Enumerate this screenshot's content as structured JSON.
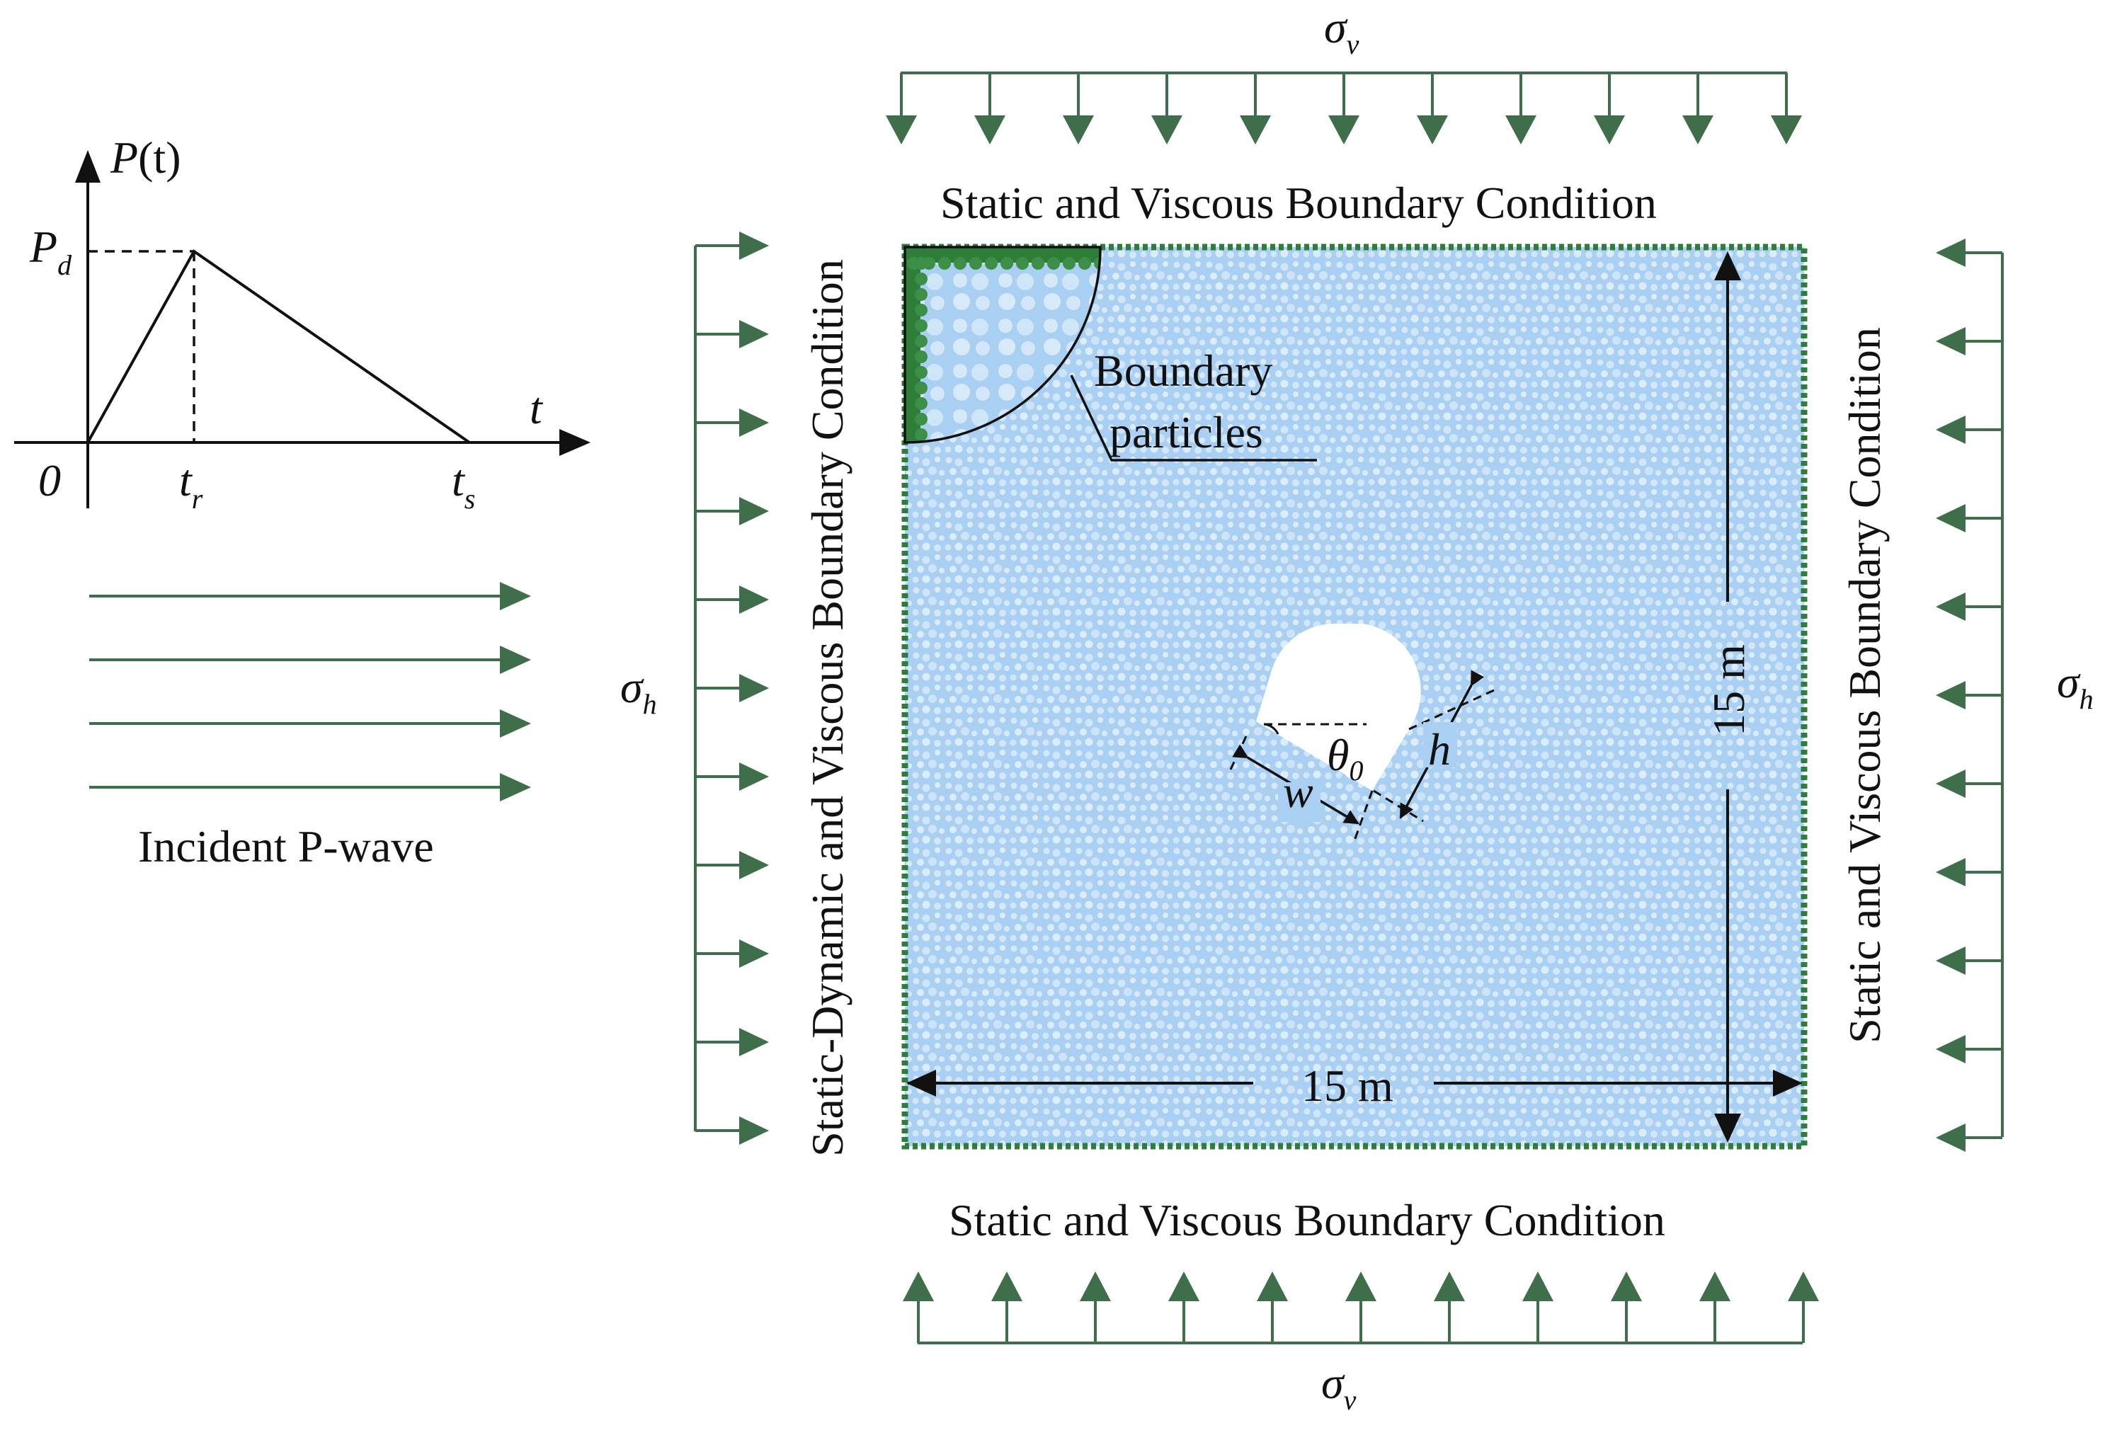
{
  "colors": {
    "arrow_green": "#3f6e4a",
    "particle_blue": "#a9d0f2",
    "particle_blue_light": "#d4e8f9",
    "boundary_green": "#2e7d3a",
    "line": "#111111"
  },
  "load_curve": {
    "y_label_sym": "P",
    "y_label_arg": "(t)",
    "x_label": "t",
    "peak_label": "P",
    "peak_sub": "d",
    "origin_label": "0",
    "tr_label": "t",
    "tr_sub": "r",
    "ts_label": "t",
    "ts_sub": "s"
  },
  "incident_wave": {
    "label": "Incident P-wave",
    "arrow_count": 4
  },
  "stresses": {
    "vertical_sym": "σ",
    "vertical_sub": "v",
    "horizontal_sym": "σ",
    "horizontal_sub": "h"
  },
  "boundaries": {
    "top": "Static and Viscous Boundary Condition",
    "bottom": "Static and Viscous Boundary Condition",
    "left": "Static-Dynamic and Viscous Boundary Condition",
    "right": "Static and Viscous Boundary Condition"
  },
  "model": {
    "width_label": "15 m",
    "height_label": "15 m",
    "callout_line1": "Boundary",
    "callout_line2": "particles"
  },
  "tunnel": {
    "w_label": "w",
    "h_label": "h",
    "theta_sym": "θ",
    "theta_sub": "0"
  }
}
